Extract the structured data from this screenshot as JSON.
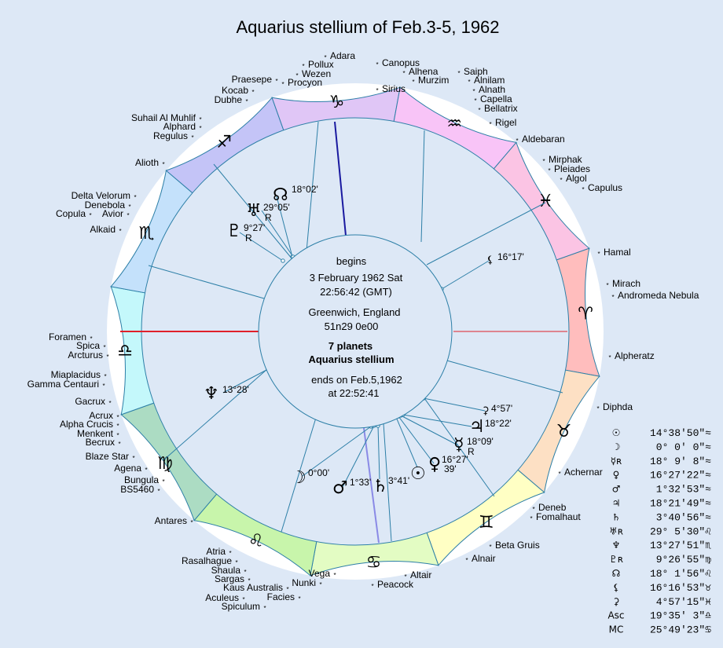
{
  "title": "Aquarius stellium of Feb.3-5, 1962",
  "info": {
    "begins": "begins",
    "date": "3 February 1962  Sat",
    "time": "22:56:42 (GMT)",
    "place": "Greenwich, England",
    "coords": "51n29  0e00",
    "planets": "7 planets",
    "stellium": "Aquarius stellium",
    "ends1": "ends on Feb.5,1962",
    "ends2": "at 22:52:41"
  },
  "colors": {
    "background": "#dde8f6",
    "asc_line": "#e0202a",
    "mc_line": "#1a1aa0",
    "aquarius_line": "#8a8ae6"
  },
  "signs": [
    {
      "name": "aries",
      "glyph": "♈",
      "color": "#ffbdbd"
    },
    {
      "name": "taurus",
      "glyph": "♉",
      "color": "#fde0c4"
    },
    {
      "name": "gemini",
      "glyph": "♊",
      "color": "#ffffc4"
    },
    {
      "name": "cancer",
      "glyph": "♋",
      "color": "#e3fcc3"
    },
    {
      "name": "leo",
      "glyph": "♌",
      "color": "#c8f5ab"
    },
    {
      "name": "virgo",
      "glyph": "♍",
      "color": "#acdcc3"
    },
    {
      "name": "libra",
      "glyph": "♎",
      "color": "#c4f8fb"
    },
    {
      "name": "scorpio",
      "glyph": "♏",
      "color": "#c4e1fb"
    },
    {
      "name": "sagittarius",
      "glyph": "♐",
      "color": "#c4c4f7"
    },
    {
      "name": "capricorn",
      "glyph": "♑",
      "color": "#e0c6f6"
    },
    {
      "name": "aquarius",
      "glyph": "♒",
      "color": "#f8c4f7"
    },
    {
      "name": "pisces",
      "glyph": "♓",
      "color": "#fbc4e4"
    }
  ],
  "chart_planets": [
    {
      "name": "node",
      "glyph": "☊",
      "deg": "18°02'",
      "retro": ""
    },
    {
      "name": "uranus",
      "glyph": "♅",
      "deg": "29°05'",
      "retro": "R"
    },
    {
      "name": "pluto",
      "glyph": "♇",
      "deg": "9°27'",
      "retro": "R"
    },
    {
      "name": "lilith",
      "glyph": "⚸",
      "deg": "16°17'",
      "retro": ""
    },
    {
      "name": "neptune",
      "glyph": "♆",
      "deg": "13°28'",
      "retro": ""
    },
    {
      "name": "moon",
      "glyph": "☽",
      "deg": "0°00'",
      "retro": ""
    },
    {
      "name": "mars",
      "glyph": "♂",
      "deg": "1°33'",
      "retro": ""
    },
    {
      "name": "saturn",
      "glyph": "♄",
      "deg": "3°41'",
      "retro": ""
    },
    {
      "name": "sun",
      "glyph": "☉",
      "deg": "",
      "retro": ""
    },
    {
      "name": "venus",
      "glyph": "♀",
      "deg": "16°27'",
      "retro": ""
    },
    {
      "name": "sun-minutes",
      "glyph": "",
      "deg": "39'",
      "retro": ""
    },
    {
      "name": "mercury",
      "glyph": "☿",
      "deg": "18°09'",
      "retro": "R"
    },
    {
      "name": "jupiter",
      "glyph": "♃",
      "deg": "18°22'",
      "retro": ""
    },
    {
      "name": "fortune",
      "glyph": "⚳",
      "deg": "4°57'",
      "retro": ""
    }
  ],
  "stars": [
    "Adara",
    "Pollux",
    "Wezen",
    "Procyon",
    "Canopus",
    "Alhena",
    "Murzim",
    "Sirius",
    "Saiph",
    "Alnilam",
    "Alnath",
    "Capella",
    "Bellatrix",
    "Rigel",
    "Aldebaran",
    "Mirphak",
    "Pleiades",
    "Algol",
    "Capulus",
    "Hamal",
    "Mirach",
    "Andromeda Nebula",
    "Alpheratz",
    "Diphda",
    "Achernar",
    "Deneb",
    "Fomalhaut",
    "Beta Gruis",
    "Alnair",
    "Altair",
    "Peacock",
    "Vega",
    "Nunki",
    "Facies",
    "Kaus Australis",
    "Sargas",
    "Aculeus",
    "Spiculum",
    "Shaula",
    "Rasalhague",
    "Atria",
    "Antares",
    "BS5460",
    "Bungula",
    "Agena",
    "Blaze Star",
    "Becrux",
    "Menkent",
    "Alpha Crucis",
    "Acrux",
    "Gacrux",
    "Gamma Centauri",
    "Miaplacidus",
    "Arcturus",
    "Spica",
    "Foramen",
    "Alkaid",
    "Copula",
    "Avior",
    "Denebola",
    "Delta Velorum",
    "Alioth",
    "Regulus",
    "Alphard",
    "Suhail Al Muhlif",
    "Dubhe",
    "Kocab",
    "Praesepe"
  ],
  "positions": [
    {
      "name": "sun",
      "glyph": "☉",
      "value": "14°38'50\"≈"
    },
    {
      "name": "moon",
      "glyph": "☽",
      "value": "0° 0' 0\"≈"
    },
    {
      "name": "mercury",
      "glyph": "☿ʀ",
      "value": "18° 9' 8\"≈"
    },
    {
      "name": "venus",
      "glyph": "♀",
      "value": "16°27'22\"≈"
    },
    {
      "name": "mars",
      "glyph": "♂",
      "value": "1°32'53\"≈"
    },
    {
      "name": "jupiter",
      "glyph": "♃",
      "value": "18°21'49\"≈"
    },
    {
      "name": "saturn",
      "glyph": "♄",
      "value": "3°40'56\"≈"
    },
    {
      "name": "uranus",
      "glyph": "♅ʀ",
      "value": "29° 5'30\"♌"
    },
    {
      "name": "neptune",
      "glyph": "♆",
      "value": "13°27'51\"♏"
    },
    {
      "name": "pluto",
      "glyph": "♇ʀ",
      "value": "9°26'55\"♍"
    },
    {
      "name": "node",
      "glyph": "☊",
      "value": "18° 1'56\"♌"
    },
    {
      "name": "lilith",
      "glyph": "⚸",
      "value": "16°16'53\"♉"
    },
    {
      "name": "fortune",
      "glyph": "⚳",
      "value": "4°57'15\"♓"
    },
    {
      "name": "asc",
      "glyph": "Asc",
      "value": "19°35' 3\"♎"
    },
    {
      "name": "mc",
      "glyph": "MC",
      "value": "25°49'23\"♋"
    }
  ]
}
